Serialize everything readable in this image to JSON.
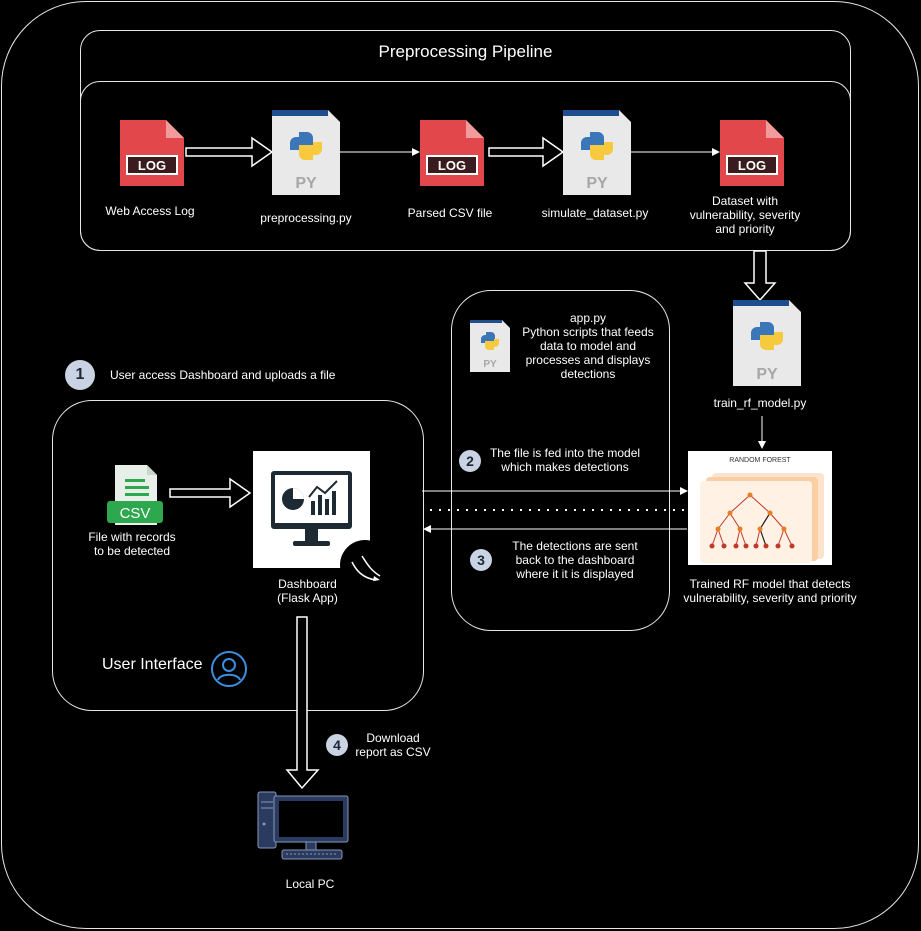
{
  "pipeline": {
    "title": "Preprocessing Pipeline",
    "nodes": {
      "web_log": {
        "icon": "log-file-icon",
        "icon_text": "LOG",
        "label": "Web Access Log"
      },
      "preprocessing": {
        "icon": "python-file-icon",
        "icon_text": "PY",
        "label": "preprocessing.py"
      },
      "parsed_csv": {
        "icon": "log-file-icon",
        "icon_text": "LOG",
        "label": "Parsed CSV file"
      },
      "simulate": {
        "icon": "python-file-icon",
        "icon_text": "PY",
        "label": "simulate_dataset.py"
      },
      "dataset": {
        "icon": "log-file-icon",
        "icon_text": "LOG",
        "label_lines": [
          "Dataset with",
          "vulnerability, severity",
          "and priority"
        ]
      }
    }
  },
  "train": {
    "icon": "python-file-icon",
    "icon_text": "PY",
    "label": "train_rf_model.py"
  },
  "rf_model": {
    "icon": "random-forest-image",
    "image_title": "RANDOM FOREST",
    "label_lines": [
      "Trained RF model that detects",
      "vulnerability, severity and priority"
    ]
  },
  "app": {
    "icon": "python-file-icon",
    "icon_text": "PY",
    "label_lines": [
      "app.py",
      "Python scripts that feeds",
      "data to model and",
      "processes and displays",
      "detections"
    ]
  },
  "steps": {
    "s1": {
      "num": "1",
      "text": "User access Dashboard and uploads a file"
    },
    "s2": {
      "num": "2",
      "lines": [
        "The file is fed into the model",
        "which makes detections"
      ]
    },
    "s3": {
      "num": "3",
      "lines": [
        "The detections are sent",
        "back to the dashboard",
        "where it it is displayed"
      ]
    },
    "s4": {
      "num": "4",
      "lines": [
        "Download",
        "report as CSV"
      ]
    }
  },
  "ui": {
    "title": "User Interface",
    "csv": {
      "icon": "csv-file-icon",
      "icon_text": "CSV",
      "label_lines": [
        "File with records",
        "to be detected"
      ]
    },
    "dashboard": {
      "icon": "dashboard-monitor-icon",
      "label_lines": [
        "Dashboard",
        "(Flask App)"
      ]
    }
  },
  "local_pc": {
    "icon": "desktop-pc-icon",
    "label": "Local PC"
  },
  "colors": {
    "background": "#000000",
    "frame": "#e6e6e6",
    "log_red": "#e2474b",
    "python_blue": "#3b77b8",
    "python_yellow": "#f7c93c",
    "csv_green": "#2ea84f",
    "badge": "#c9d3e3",
    "pc_blue": "#2b3b60"
  }
}
